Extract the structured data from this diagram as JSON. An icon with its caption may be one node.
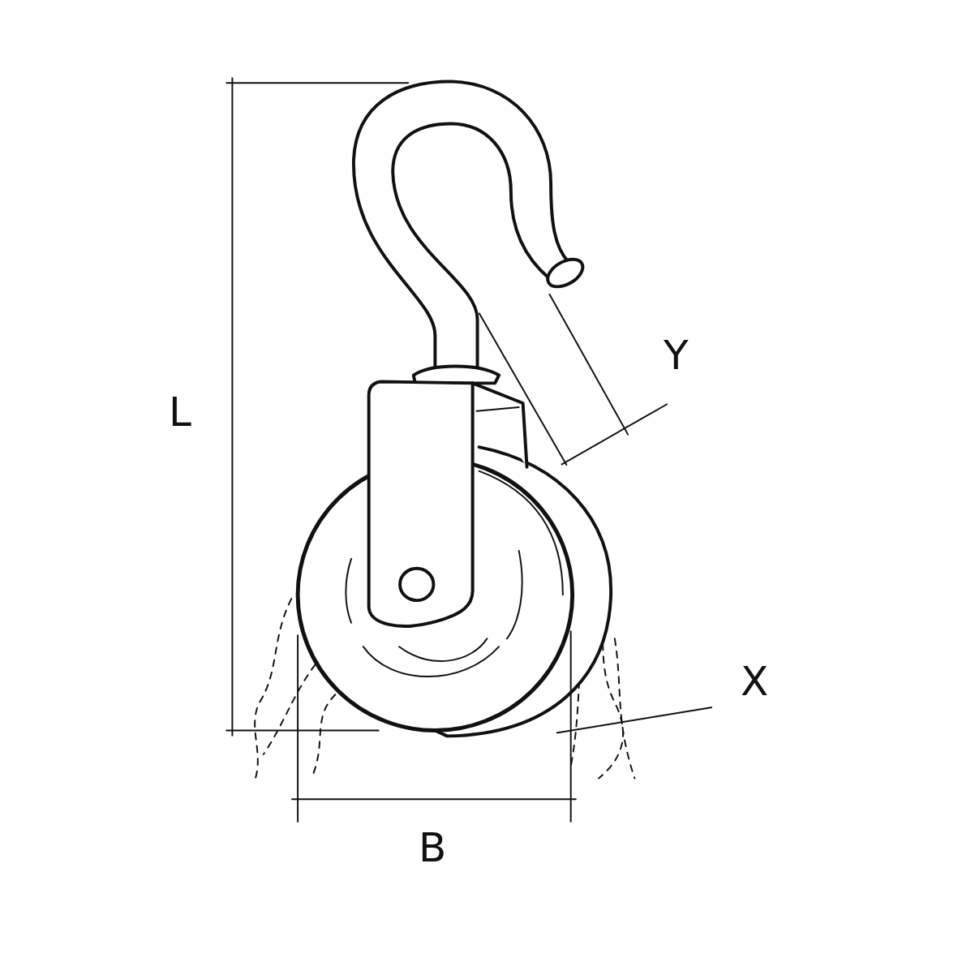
{
  "diagram": {
    "labels": [
      "Y",
      "L",
      "X",
      "B"
    ]
  }
}
